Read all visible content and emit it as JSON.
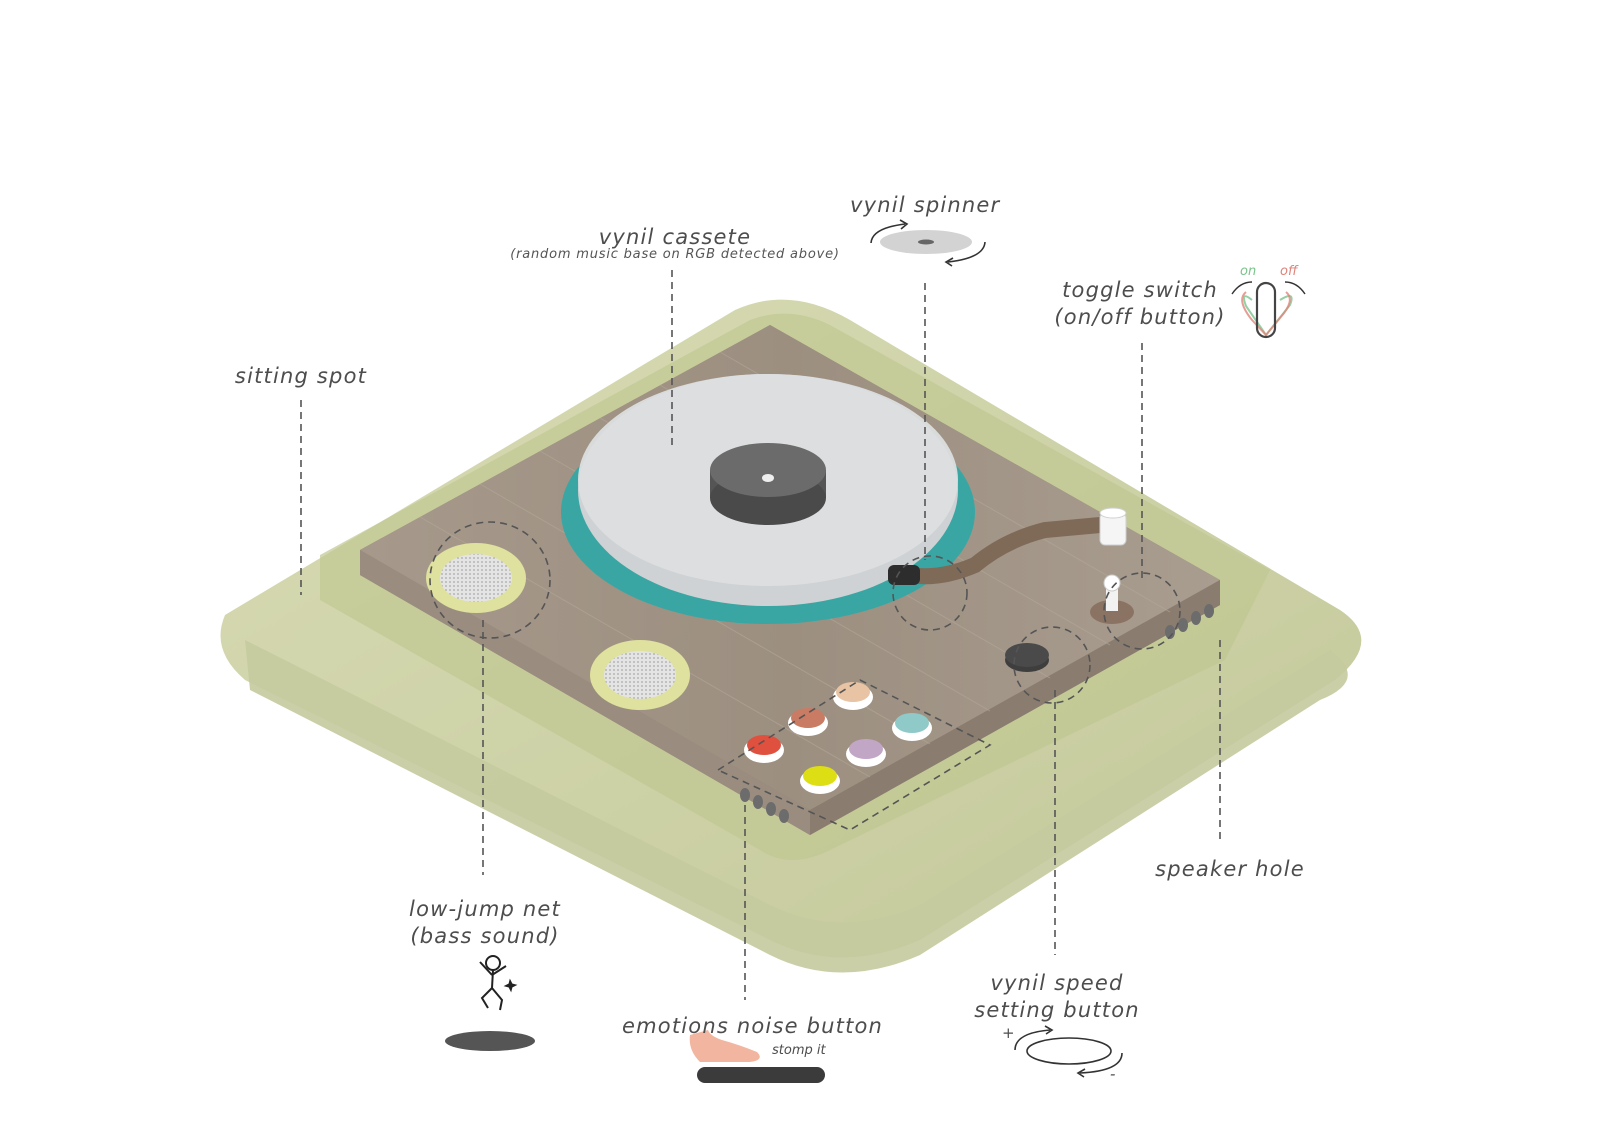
{
  "labels": {
    "vinyl_spinner": "vynil spinner",
    "vinyl_cassette": "vynil cassete",
    "vinyl_cassette_note": "(random music base on RGB detected above)",
    "toggle_switch_l1": "toggle switch",
    "toggle_switch_l2": "(on/off button)",
    "toggle_on": "on",
    "toggle_off": "off",
    "sitting_spot": "sitting spot",
    "low_jump_l1": "low-jump net",
    "low_jump_l2": "(bass sound)",
    "emotions_button": "emotions noise button",
    "stomp_note": "stomp it",
    "speed_l1": "vynil speed",
    "speed_l2": "setting button",
    "speed_plus": "+",
    "speed_minus": "-",
    "speaker_hole": "speaker hole"
  },
  "colors": {
    "base_green": "#cfd3a5",
    "wood": "#a19384",
    "platter_teal": "#3aa6a3",
    "platter_glass": "#d7d9da",
    "label_on": "#7bc48d",
    "label_off": "#e0847a",
    "buttons": [
      "#e8c3a4",
      "#c97b64",
      "#8fcac8",
      "#e0503f",
      "#c1a6c6",
      "#dede14"
    ]
  },
  "icons": [
    "spinner-disc-icon",
    "toggle-switch-icon",
    "jumping-person-icon",
    "foot-icon",
    "speed-rotate-icon"
  ]
}
